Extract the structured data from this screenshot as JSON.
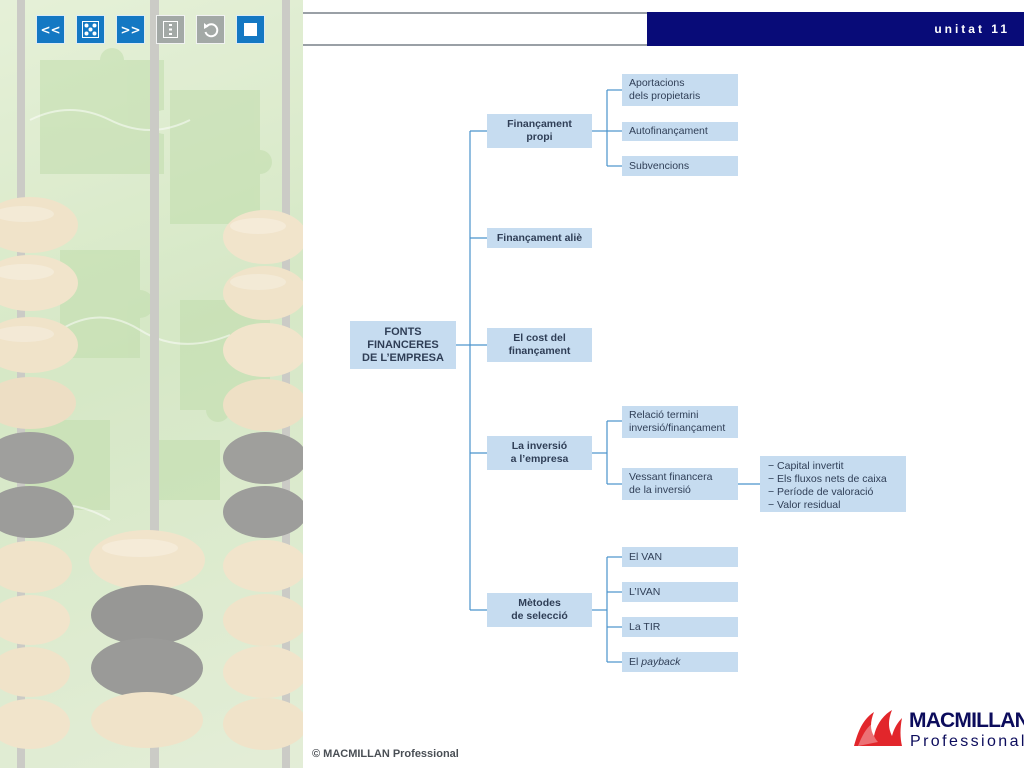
{
  "header": {
    "unit_label": "unitat 11"
  },
  "nav": {
    "prev": "<<",
    "next": ">>"
  },
  "diagram": {
    "root": "FONTS\nFINANCERES\nDE L’EMPRESA",
    "branches": {
      "propi": "Finançament\npropi",
      "alie": "Finançament aliè",
      "cost": "El cost del\nfinançament",
      "inversio": "La inversió\na l’empresa",
      "metodes": "Mètodes\nde selecció"
    },
    "leaves": {
      "aportacions": "Aportacions\ndels propietaris",
      "autofinancament": "Autofinançament",
      "subvencions": "Subvencions",
      "relacio": "Relació termini\ninversió/finançament",
      "vessant": "Vessant financera\nde la inversió",
      "van": "El VAN",
      "ivan": "L’IVAN",
      "tir": "La TIR",
      "payback_prefix": "El ",
      "payback_word": "payback"
    },
    "vessant_details": [
      "− Capital invertit",
      "− Els fluxos nets de caixa",
      "− Període de valoració",
      "− Valor residual"
    ]
  },
  "footer": {
    "copyright": "© MACMILLAN Professional",
    "logo_name": "MACMILLAN",
    "logo_sub": "Professional"
  },
  "colors": {
    "node_fill": "#c6dcf0",
    "connector": "#4a93cc",
    "header_bar": "#080b78",
    "nav_blue": "#1478c3"
  }
}
